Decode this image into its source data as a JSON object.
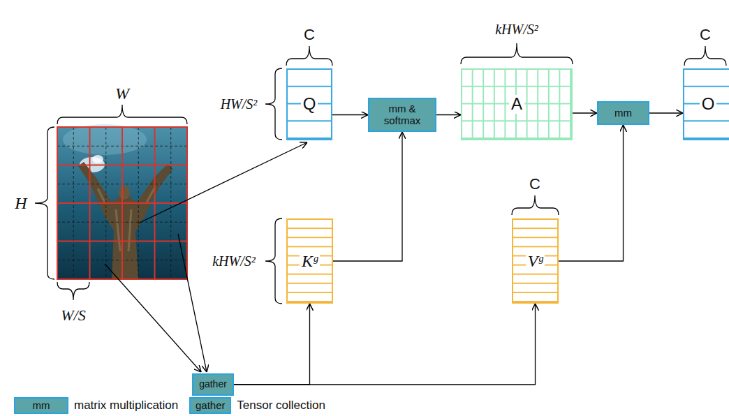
{
  "diagram": {
    "nodes": [
      {
        "text": [
          "Q"
        ]
      },
      {
        "text": [
          "mm & softmax"
        ]
      },
      {
        "text": [
          "A"
        ]
      },
      {
        "text": [
          "mm"
        ]
      },
      {
        "text": [
          "O"
        ]
      },
      {
        "text": [
          "Kᵍ"
        ]
      },
      {
        "text": [
          "Vᵍ"
        ]
      },
      {
        "text": [
          "gather"
        ]
      }
    ],
    "edges": [
      {
        "from": 0,
        "to": 1,
        "arrow": "to"
      },
      {
        "from": 5,
        "to": 1,
        "arrow": "to"
      },
      {
        "from": 1,
        "to": 2,
        "arrow": "to"
      },
      {
        "from": 2,
        "to": 3,
        "arrow": "to"
      },
      {
        "from": 6,
        "to": 3,
        "arrow": "to"
      },
      {
        "from": 3,
        "to": 4,
        "arrow": "to"
      },
      {
        "from": 7,
        "to": 5,
        "arrow": "to"
      },
      {
        "from": 7,
        "to": 6,
        "arrow": "to"
      }
    ],
    "labels": [
      "W",
      "H",
      "W/S",
      "C",
      "HW/S²",
      "kHW/S²",
      "C",
      "kHW/S²",
      "C",
      "mm",
      "gather"
    ],
    "legend": [
      {
        "text": "matrix multiplication",
        "color": "#5ba4a8"
      },
      {
        "text": "Tensor collection",
        "color": "#5ba4a8"
      }
    ]
  }
}
